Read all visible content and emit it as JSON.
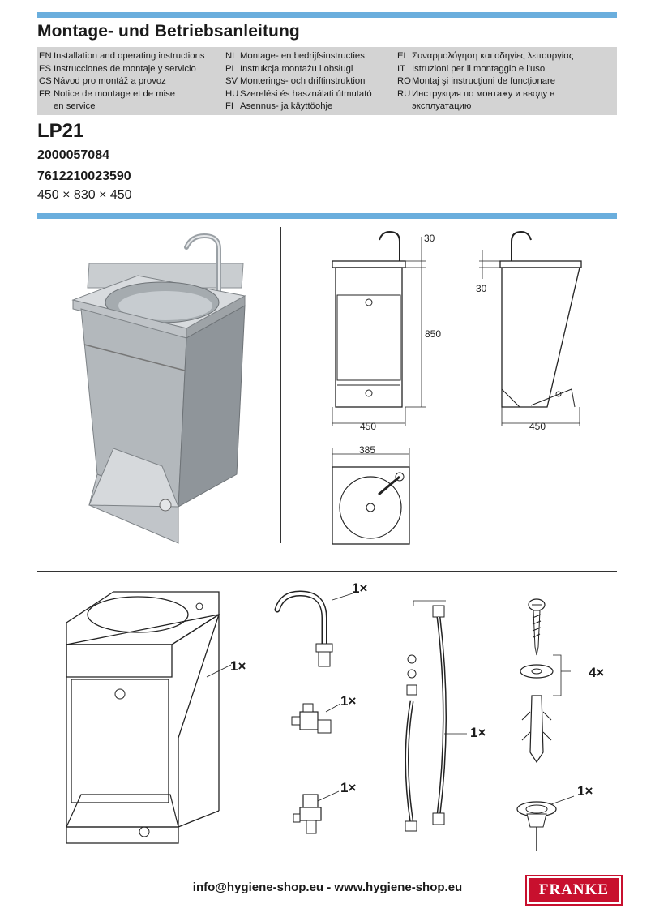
{
  "header": {
    "title": "Montage- und Betriebsanleitung"
  },
  "languages": {
    "col1": [
      {
        "code": "EN",
        "text": "Installation and operating instructions"
      },
      {
        "code": "ES",
        "text": "Instrucciones de montaje y servicio"
      },
      {
        "code": "CS",
        "text": "Návod pro montáž a provoz"
      },
      {
        "code": "FR",
        "text": "Notice de montage et de mise"
      },
      {
        "code": "",
        "text": "en service"
      }
    ],
    "col2": [
      {
        "code": "NL",
        "text": "Montage- en bedrijfsinstructies"
      },
      {
        "code": "PL",
        "text": "Instrukcja montażu i obsługi"
      },
      {
        "code": "SV",
        "text": "Monterings- och driftinstruktion"
      },
      {
        "code": "HU",
        "text": "Szerelési és használati útmutató"
      },
      {
        "code": "FI",
        "text": "Asennus- ja käyttöohje"
      }
    ],
    "col3": [
      {
        "code": "EL",
        "text": "Συναρμολόγηση και οδηγίες λειτουργίας"
      },
      {
        "code": "IT",
        "text": "Istruzioni per il montaggio e l'uso"
      },
      {
        "code": "RO",
        "text": "Montaj şi instrucţiuni de funcţionare"
      },
      {
        "code": "RU",
        "text": "Инструкция по монтажу и вводу в"
      },
      {
        "code": "",
        "text": "эксплуатацию"
      }
    ]
  },
  "product": {
    "model": "LP21",
    "article_number": "2000057084",
    "ean": "7612210023590",
    "dimensions": "450 × 830 × 450"
  },
  "drawing_dimensions": {
    "front_top": "30",
    "front_height": "850",
    "front_width": "450",
    "side_top": "30",
    "side_width": "450",
    "top_view_width": "385"
  },
  "parts": {
    "basin_qty": "1×",
    "tap_qty": "1×",
    "valve_qty": "1×",
    "push_valve_qty": "1×",
    "hose_qty": "1×",
    "screws_qty": "4×",
    "drain_qty": "1×"
  },
  "footer": {
    "contact": "info@hygiene-shop.eu - www.hygiene-shop.eu",
    "brand": "FRANKE"
  },
  "colors": {
    "accent_bar": "#6aaedd",
    "lang_box": "#d3d3d3",
    "brand_red": "#c8102e"
  }
}
